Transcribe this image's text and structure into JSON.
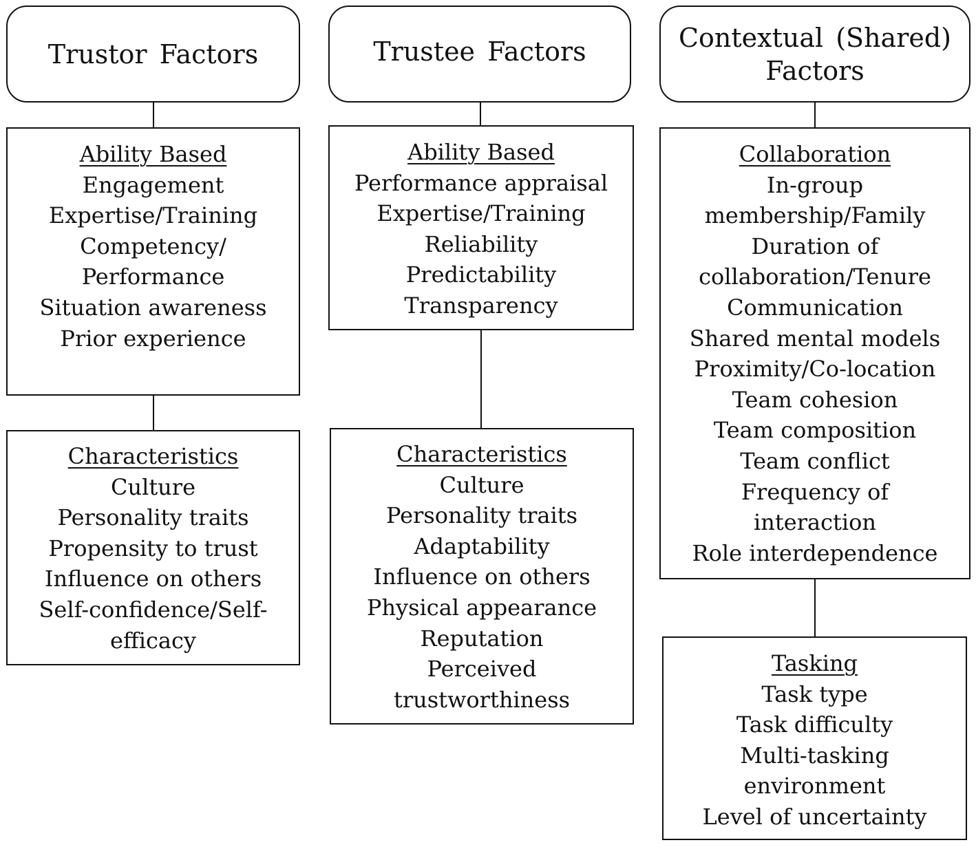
{
  "columns": [
    {
      "header": "Trustor Factors",
      "groups": [
        {
          "title": "Ability Based",
          "items": [
            "Engagement",
            "Expertise/Training",
            "Competency/",
            "Performance",
            "Situation awareness",
            "Prior experience"
          ]
        },
        {
          "title": "Characteristics",
          "items": [
            "Culture",
            "Personality traits",
            "Propensity to trust",
            "Influence on others",
            "Self-confidence/Self-",
            "efficacy"
          ]
        }
      ]
    },
    {
      "header": "Trustee Factors",
      "groups": [
        {
          "title": "Ability Based",
          "items": [
            "Performance appraisal",
            "Expertise/Training",
            "Reliability",
            "Predictability",
            "Transparency"
          ]
        },
        {
          "title": "Characteristics",
          "items": [
            "Culture",
            "Personality traits",
            "Adaptability",
            "Influence on others",
            "Physical appearance",
            "Reputation",
            "Perceived",
            "trustworthiness"
          ]
        }
      ]
    },
    {
      "header_lines": [
        "Contextual (Shared)",
        "Factors"
      ],
      "groups": [
        {
          "title": "Collaboration",
          "items": [
            "In-group",
            "membership/Family",
            "Duration of",
            "collaboration/Tenure",
            "Communication",
            "Shared mental models",
            "Proximity/Co-location",
            "Team cohesion",
            "Team composition",
            "Team conflict",
            "Frequency of",
            "interaction",
            "Role interdependence"
          ]
        },
        {
          "title": "Tasking",
          "items": [
            "Task type",
            "Task difficulty",
            "Multi-tasking",
            "environment",
            "Level of uncertainty"
          ]
        }
      ]
    }
  ]
}
